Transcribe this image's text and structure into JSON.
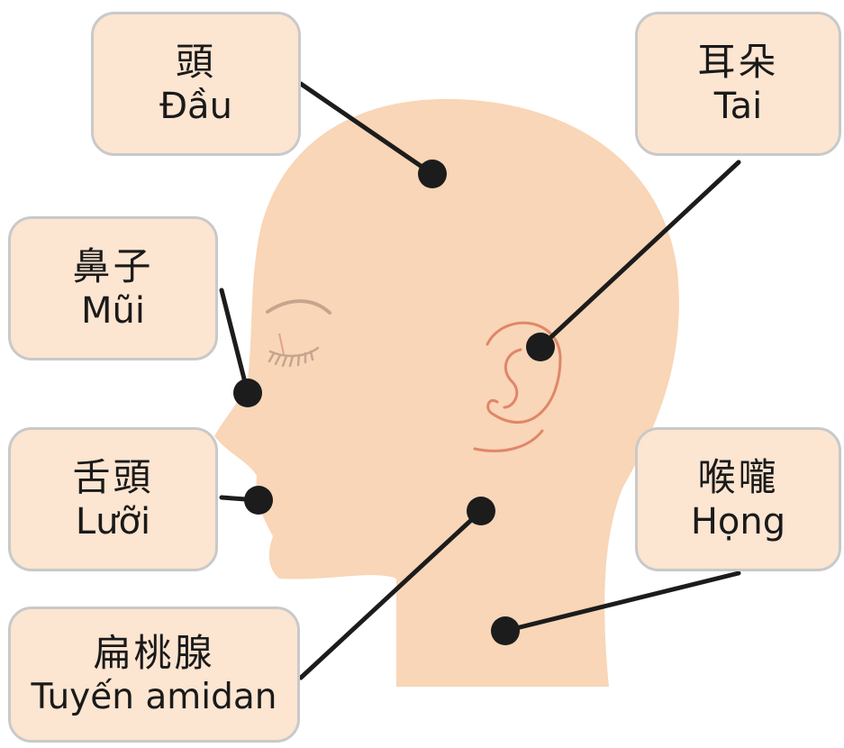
{
  "colors": {
    "skin": "#f8d6b7",
    "label_background": "#fce5d1",
    "label_border": "#c9c9c9",
    "leader_line": "#1c1c1c",
    "ear_outline": "#e0866a",
    "eyebrow": "#c6a58f"
  },
  "labels": {
    "head": {
      "chinese": "頭",
      "vietnamese": "Đầu"
    },
    "ear": {
      "chinese": "耳朵",
      "vietnamese": "Tai"
    },
    "nose": {
      "chinese": "鼻子",
      "vietnamese": "Mũi"
    },
    "tongue": {
      "chinese": "舌頭",
      "vietnamese": "Lưỡi"
    },
    "throat": {
      "chinese": "喉嚨",
      "vietnamese": "Họng"
    },
    "tonsil": {
      "chinese": "扁桃腺",
      "vietnamese": "Tuyến amidan"
    }
  }
}
